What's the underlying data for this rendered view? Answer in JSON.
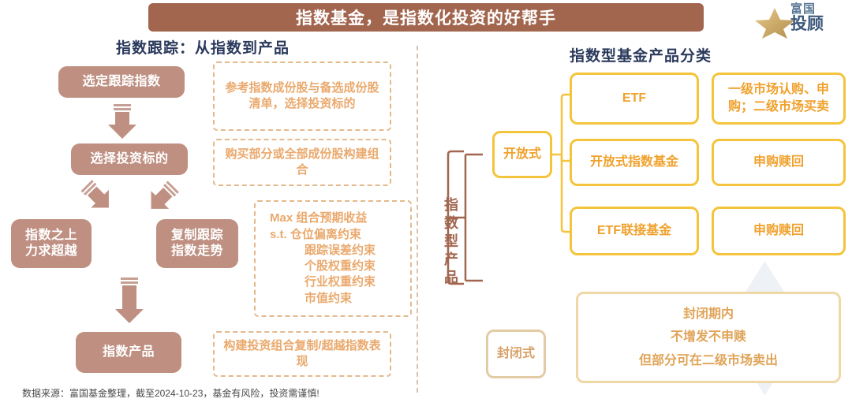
{
  "header": {
    "title": "指数基金，是指数化投资的好帮手",
    "title_bg": "#a2664f",
    "logo": {
      "icon": "star-icon",
      "line1": "富国",
      "line2": "投顾"
    }
  },
  "left_section": {
    "heading": "指数跟踪：从指数到产品",
    "steps": [
      {
        "label": "选定跟踪指数"
      },
      {
        "label": "选择投资标的"
      },
      {
        "label": "指数之上\n力求超越"
      },
      {
        "label": "复制跟踪\n指数走势"
      },
      {
        "label": "指数产品"
      }
    ],
    "notes": [
      {
        "text": "参考指数成份股与备选成份股清单，选择投资标的"
      },
      {
        "text": "购买部分或全部成份股构建组合"
      },
      {
        "text": "构建投资组合复制/超越指数表现"
      }
    ],
    "formula": {
      "line1": "Max 组合预期收益",
      "line2": "s.t. 仓位偏离约束",
      "line3": "跟踪误差约束",
      "line4": "个股权重约束",
      "line5": "行业权重约束",
      "line6": "市值约束"
    }
  },
  "right_section": {
    "heading": "指数型基金产品分类",
    "root_label": "指数型产品",
    "branches": [
      {
        "label": "开放式",
        "children": [
          {
            "name": "ETF",
            "detail": "一级市场认购、申购；二级市场买卖"
          },
          {
            "name": "开放式指数基金",
            "detail": "申购赎回"
          },
          {
            "name": "ETF联接基金",
            "detail": "申购赎回"
          }
        ]
      },
      {
        "label": "封闭式",
        "note": "封闭期内\n不增发不申赎\n但部分可在二级市场卖出",
        "note_lines": [
          "封闭期内",
          "不增发不申赎",
          "但部分可在二级市场卖出"
        ]
      }
    ]
  },
  "footer": {
    "source": "数据来源：富国基金整理，截至2024-10-23，基金有风险，投资需谨慎!"
  },
  "colors": {
    "title_brown": "#a2664f",
    "box_brown": "#bf9082",
    "note_tan": "#eaa96d",
    "yellow": "#f4c43c",
    "orange_text": "#f0a12c",
    "heading_navy": "#2b3a5c"
  }
}
